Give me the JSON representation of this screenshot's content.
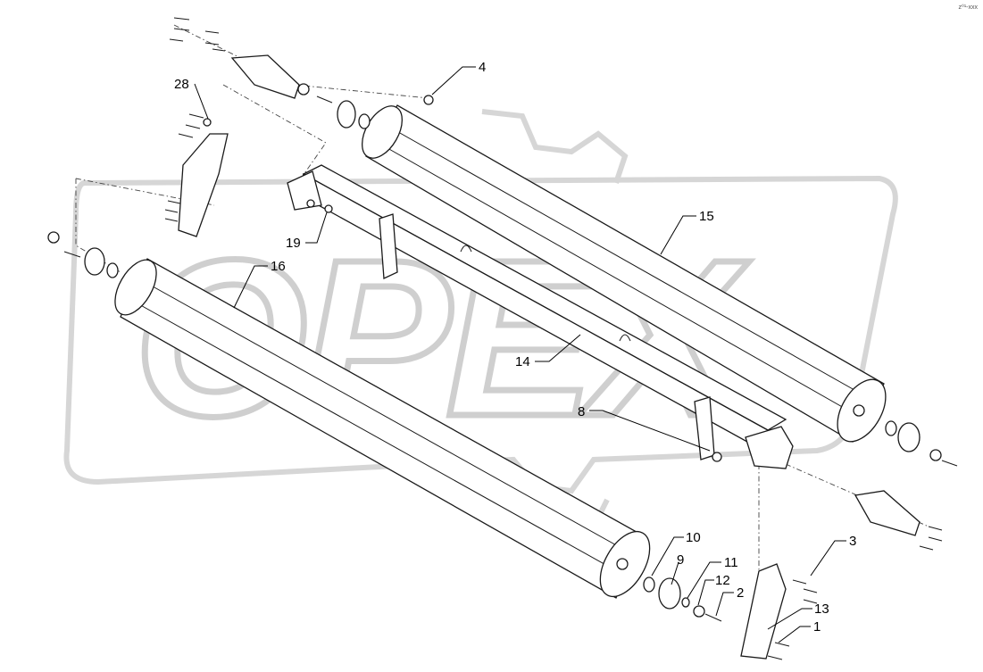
{
  "diagram": {
    "watermark_text": "OPEX",
    "corner_code": "z⁰¹-xxx",
    "colors": {
      "line": "#1a1a1a",
      "watermark": "#c8c8c8",
      "background": "#ffffff"
    },
    "callouts": [
      {
        "id": "c4",
        "label": "4"
      },
      {
        "id": "c28",
        "label": "28"
      },
      {
        "id": "c15",
        "label": "15"
      },
      {
        "id": "c19",
        "label": "19"
      },
      {
        "id": "c16",
        "label": "16"
      },
      {
        "id": "c14",
        "label": "14"
      },
      {
        "id": "c8",
        "label": "8"
      },
      {
        "id": "c10",
        "label": "10"
      },
      {
        "id": "c9",
        "label": "9"
      },
      {
        "id": "c11",
        "label": "11"
      },
      {
        "id": "c12",
        "label": "12"
      },
      {
        "id": "c2",
        "label": "2"
      },
      {
        "id": "c3",
        "label": "3"
      },
      {
        "id": "c13",
        "label": "13"
      },
      {
        "id": "c1",
        "label": "1"
      }
    ]
  }
}
